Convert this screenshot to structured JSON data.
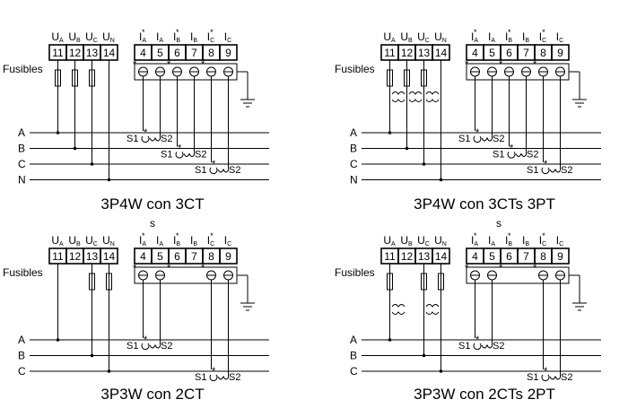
{
  "labels": {
    "voltage": [
      "UA",
      "UB",
      "UC",
      "UN"
    ],
    "current": [
      "IA*",
      "IA",
      "IB*",
      "IB",
      "IC*",
      "IC"
    ],
    "vterms": [
      "11",
      "12",
      "13",
      "14"
    ],
    "iterms": [
      "4",
      "5",
      "6",
      "7",
      "8",
      "9"
    ],
    "fuse": "Fusibles",
    "lines4": [
      "A",
      "B",
      "C",
      "N"
    ],
    "lines3": [
      "A",
      "B",
      "C"
    ],
    "s1": "S1",
    "s2": "S2",
    "sep": "s"
  },
  "captions": {
    "d1": "3P4W con 3CT",
    "d2": "3P4W con 3CTs 3PT",
    "d3": "3P3W con 2CT",
    "d4": "3P3W con 2CTs 2PT"
  }
}
